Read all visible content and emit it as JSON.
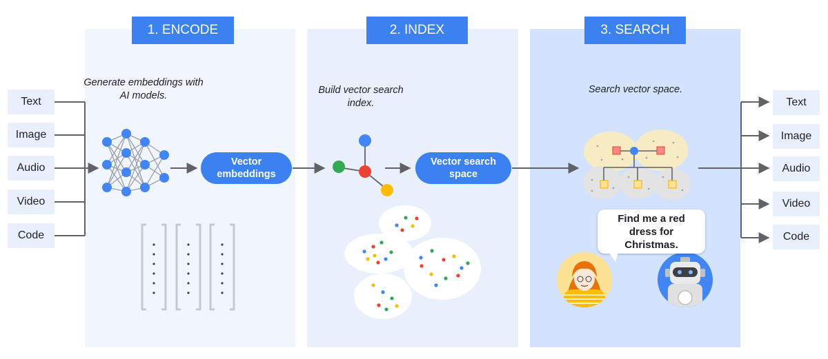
{
  "stages": [
    {
      "id": "encode",
      "title": "1. ENCODE",
      "caption": "Generate embeddings with AI models."
    },
    {
      "id": "index",
      "title": "2. INDEX",
      "caption": "Build vector search index."
    },
    {
      "id": "search",
      "title": "3. SEARCH",
      "caption": "Search vector space."
    }
  ],
  "inputs": [
    "Text",
    "Image",
    "Audio",
    "Video",
    "Code"
  ],
  "outputs": [
    "Text",
    "Image",
    "Audio",
    "Video",
    "Code"
  ],
  "encode_output": "Vector embeddings",
  "index_output": "Vector search space",
  "query": "Find me a red dress for Christmas.",
  "colors": {
    "accent": "#3b82f0",
    "panel_encode": "#f1f5fd",
    "panel_index": "#e9f0fc",
    "panel_search": "#d3e3fd",
    "chip": "#e8f0fe",
    "google_blue": "#4285f4",
    "google_red": "#ea4335",
    "google_yellow": "#fbbc04",
    "google_green": "#34a853"
  },
  "icons": [
    "neural-network-icon",
    "vector-bracket-icon",
    "graph-node-icon",
    "cluster-tree-icon",
    "user-avatar-icon",
    "robot-avatar-icon"
  ]
}
